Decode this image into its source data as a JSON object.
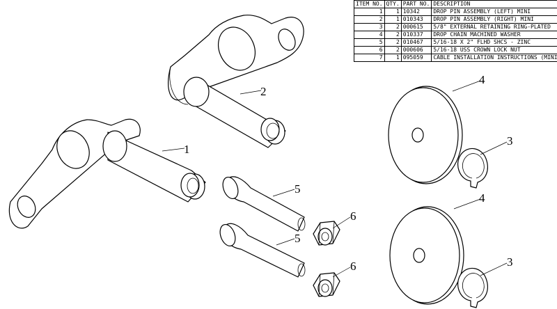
{
  "bom": {
    "headers": {
      "item": "ITEM NO.",
      "qty": "QTY.",
      "part": "PART NO.",
      "desc": "DESCRIPTION"
    },
    "rows": [
      {
        "item": "1",
        "qty": "1",
        "part": "10342",
        "desc": "DROP PIN ASSEMBLY (LEFT) MINI"
      },
      {
        "item": "2",
        "qty": "1",
        "part": "010343",
        "desc": "DROP PIN ASSEMBLY (RIGHT) MINI"
      },
      {
        "item": "3",
        "qty": "2",
        "part": "000615",
        "desc": "5/8\" EXTERNAL RETAINING RING-PLATED"
      },
      {
        "item": "4",
        "qty": "2",
        "part": "010337",
        "desc": "DROP CHAIN MACHINED WASHER"
      },
      {
        "item": "5",
        "qty": "2",
        "part": "010467",
        "desc": "5/16-18 X 2\" FLHD SHCS - ZINC"
      },
      {
        "item": "6",
        "qty": "2",
        "part": "000606",
        "desc": "5/16-18 USS CROWN LOCK NUT"
      },
      {
        "item": "7",
        "qty": "1",
        "part": "095059",
        "desc": "CABLE INSTALLATION INSTRUCTIONS (MINI)"
      }
    ]
  },
  "callouts": {
    "c1": "1",
    "c2": "2",
    "c3a": "3",
    "c3b": "3",
    "c4a": "4",
    "c4b": "4",
    "c5a": "5",
    "c5b": "5",
    "c6a": "6",
    "c6b": "6"
  }
}
